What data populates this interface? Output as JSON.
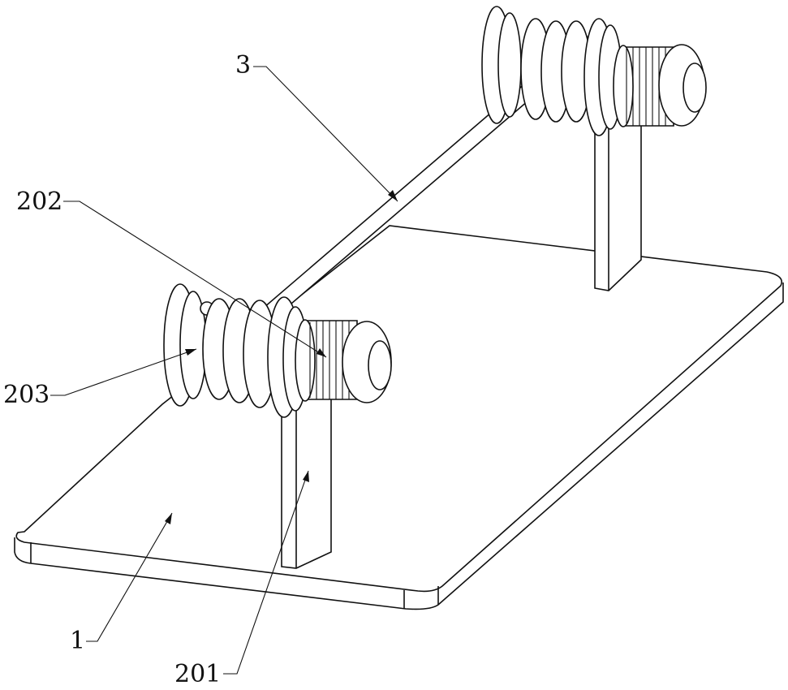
{
  "labels": {
    "bar": "3",
    "roller_knob": "202",
    "coil_spool": "203",
    "base_plate": "1",
    "support_post": "201"
  }
}
